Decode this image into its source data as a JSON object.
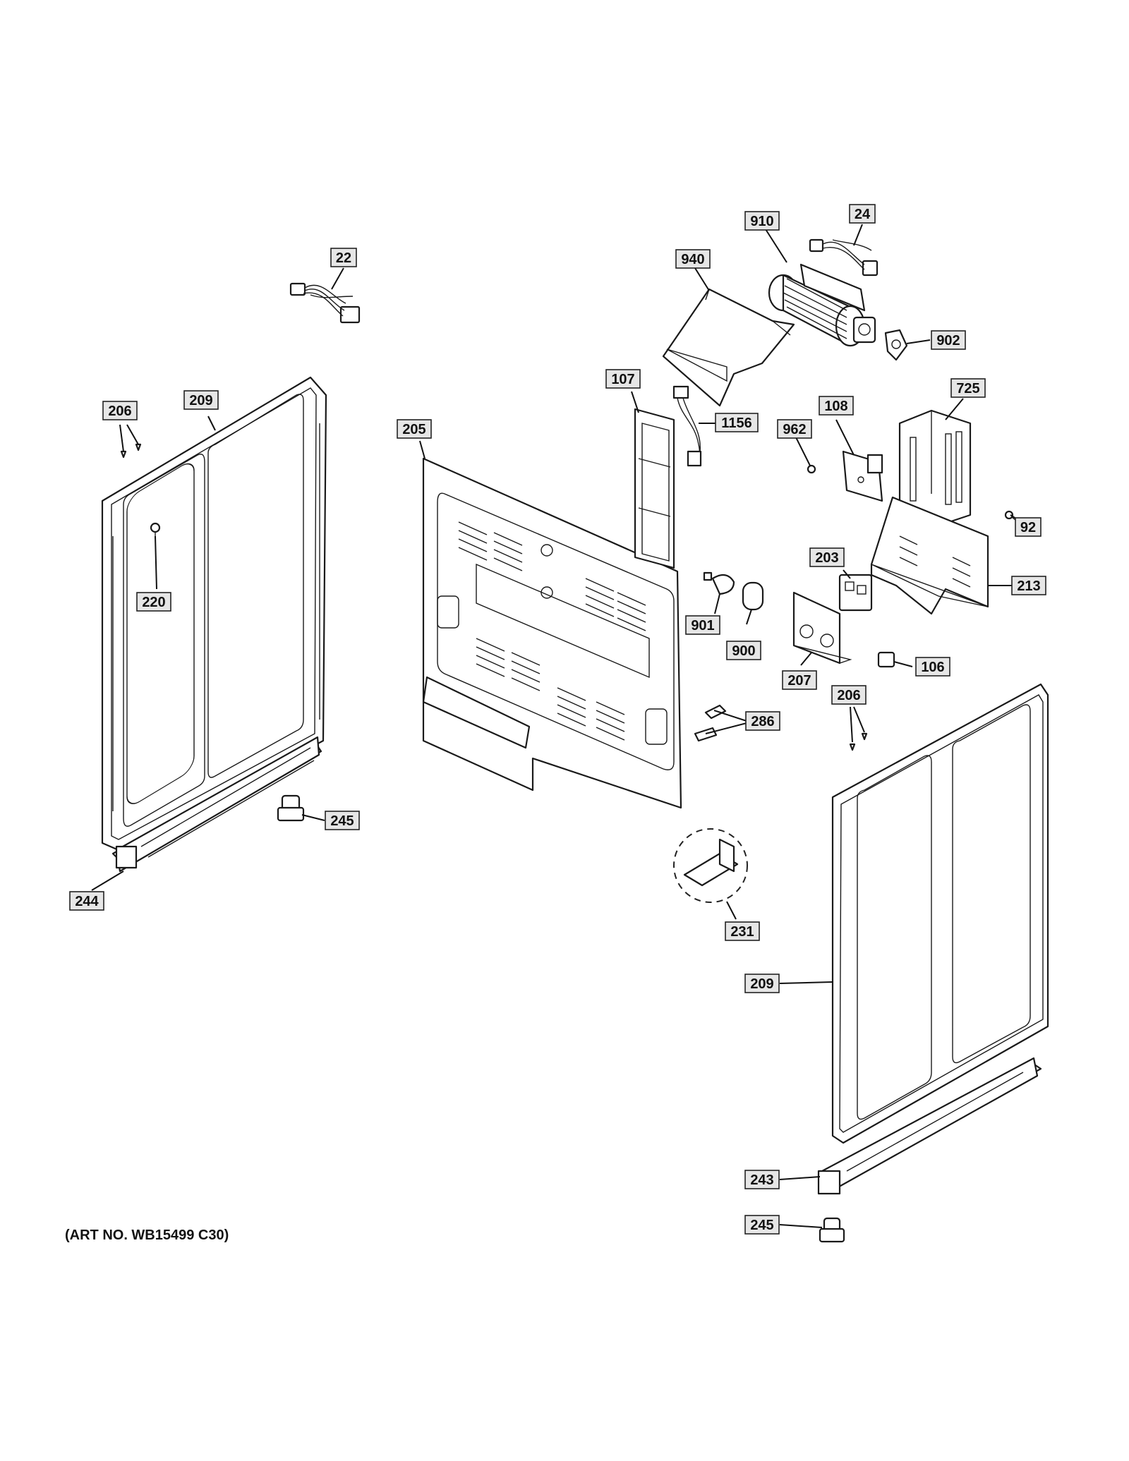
{
  "art_number": "(ART NO. WB15499 C30)",
  "callouts": [
    "22",
    "206",
    "209",
    "220",
    "245",
    "244",
    "205",
    "107",
    "1156",
    "940",
    "910",
    "24",
    "902",
    "108",
    "962",
    "725",
    "92",
    "203",
    "213",
    "901",
    "900",
    "207",
    "106",
    "286",
    "206",
    "231",
    "209",
    "243",
    "245"
  ],
  "icons": [
    "wire-harness",
    "side-panel",
    "back-panel",
    "control-board",
    "convection-fan",
    "fan-shroud",
    "bracket",
    "terminal-block",
    "capacitor",
    "leveling-leg",
    "base-rail",
    "screw"
  ]
}
